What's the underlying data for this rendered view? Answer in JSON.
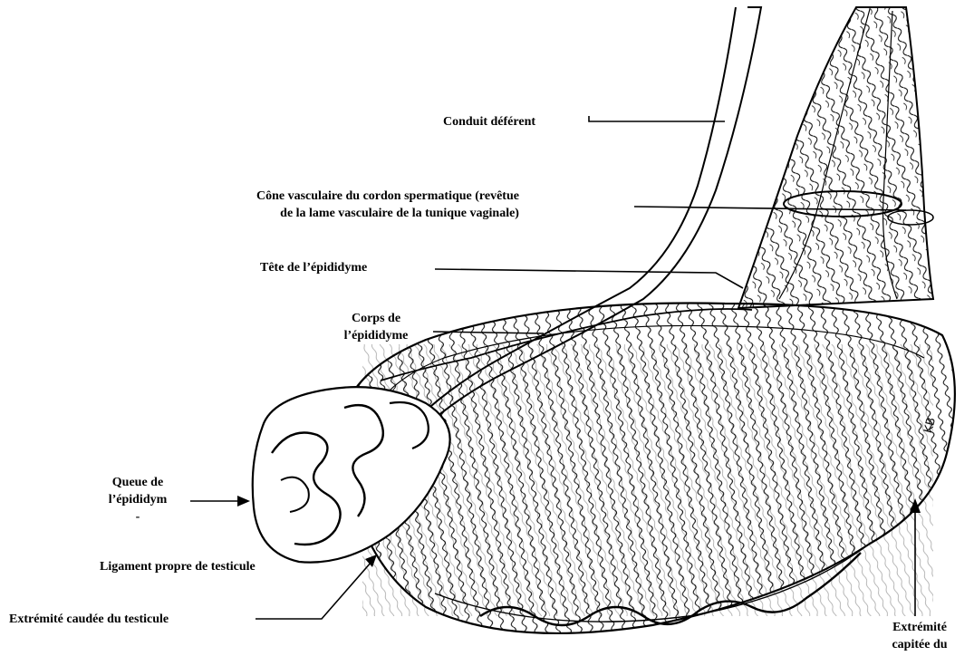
{
  "labels": {
    "conduit_deferent": "Conduit déférent",
    "cone_vasculaire_line1": "Cône vasculaire du cordon spermatique (revêtue",
    "cone_vasculaire_line2": "de la lame vasculaire de la tunique vaginale)",
    "tete_epididyme": "Tête de l’épididyme",
    "corps_epididyme_line1": "Corps de",
    "corps_epididyme_line2": "l’épididyme",
    "queue_epididyme_line1": "Queue de",
    "queue_epididyme_line2": "l’épididym",
    "queue_epididyme_line3": "-",
    "ligament_propre": "Ligament propre de testicule",
    "extremite_caudee": "Extrémité caudée du testicule",
    "extremite_capitee_line1": "Extrémité",
    "extremite_capitee_line2": "capitée du"
  },
  "artist_signature": "KB",
  "colors": {
    "ink": "#000000",
    "paper": "#ffffff"
  }
}
